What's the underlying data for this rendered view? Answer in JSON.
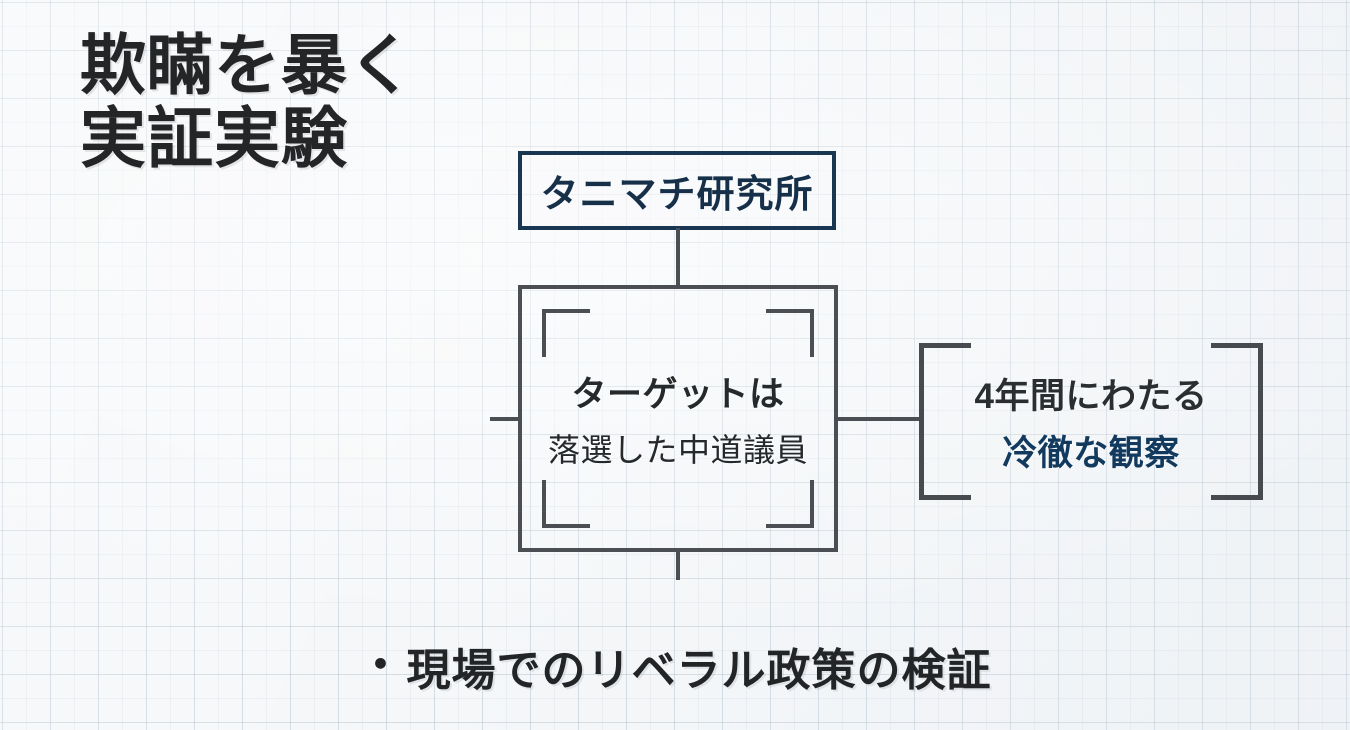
{
  "slide": {
    "background_color": "#f5f7f9",
    "grid_line_color": "#a0b2c0",
    "accent_navy": "#16304a",
    "accent_blue": "#12395e",
    "line_color": "#4b4f54",
    "text_color": "#232527"
  },
  "title": {
    "line_1": "欺瞞を暴く",
    "line_2": "実証実験"
  },
  "org_box": {
    "label": "タニマチ研究所"
  },
  "target_box": {
    "line_1": "ターゲットは",
    "line_2": "落選した中道議員"
  },
  "observation_block": {
    "line_1": "4年間にわたる",
    "line_2": "冷徹な観察"
  },
  "bullet": {
    "marker": "・",
    "text": "現場でのリベラル政策の検証"
  }
}
